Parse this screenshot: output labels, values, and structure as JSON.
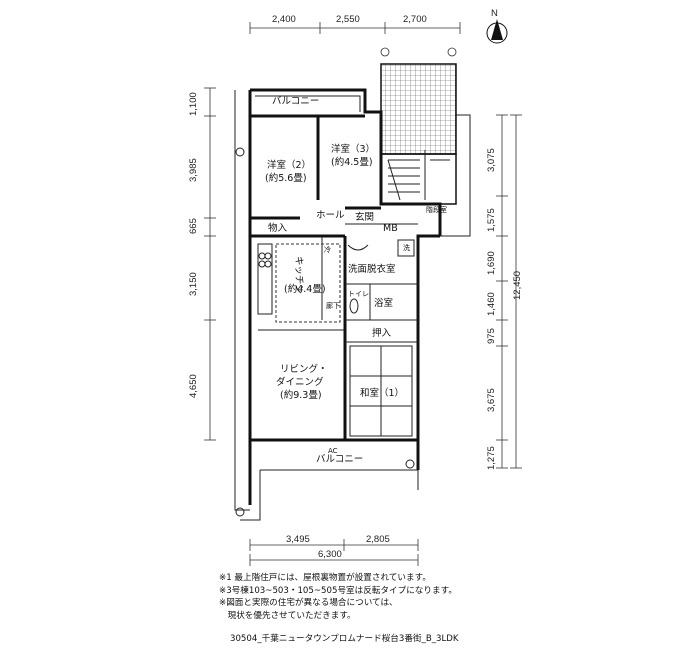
{
  "plan": {
    "compass": "N",
    "dims_top": [
      "2,400",
      "2,550",
      "2,700"
    ],
    "dims_left": [
      "1,100",
      "3,985",
      "665",
      "3,150",
      "4,650"
    ],
    "dims_right": [
      "3,075",
      "1,575",
      "1,690",
      "1,460",
      "975",
      "3,675",
      "1,275"
    ],
    "dim_right_total": "12,450",
    "dims_bottom": [
      "3,495",
      "2,805"
    ],
    "dim_bottom_total": "6,300",
    "rooms": {
      "balcony_top": "バルコニー",
      "western2": "洋室（2）",
      "western2_area": "(約5.6畳)",
      "western3": "洋室（3）",
      "western3_area": "(約4.5畳)",
      "hall": "ホール",
      "entrance": "玄関",
      "storage": "物入",
      "mb": "MB",
      "kitchen": "キッチン",
      "kitchen_area": "(約4.4畳)",
      "washroom": "洗面脱衣室",
      "toilet": "トイレ",
      "bath": "浴室",
      "corridor": "廊下",
      "closet": "押入",
      "living": "リビング・",
      "living2": "ダイニング",
      "living_area": "(約9.3畳)",
      "japanese": "和室（1）",
      "balcony_bottom": "バルコニー",
      "stair": "階段室",
      "washer": "洗",
      "ac": "AC",
      "ref": "冷"
    }
  },
  "notes": [
    "※1 最上階住戸には、屋根裏物置が設置されています。",
    "※3号棟103~503・105~505号室は反転タイプになります。",
    "※図面と実際の住宅が異なる場合については、",
    "　現状を優先させていただきます。"
  ],
  "caption": "30504_千葉ニュータウンプロムナード桜台3番街_B_3LDK"
}
